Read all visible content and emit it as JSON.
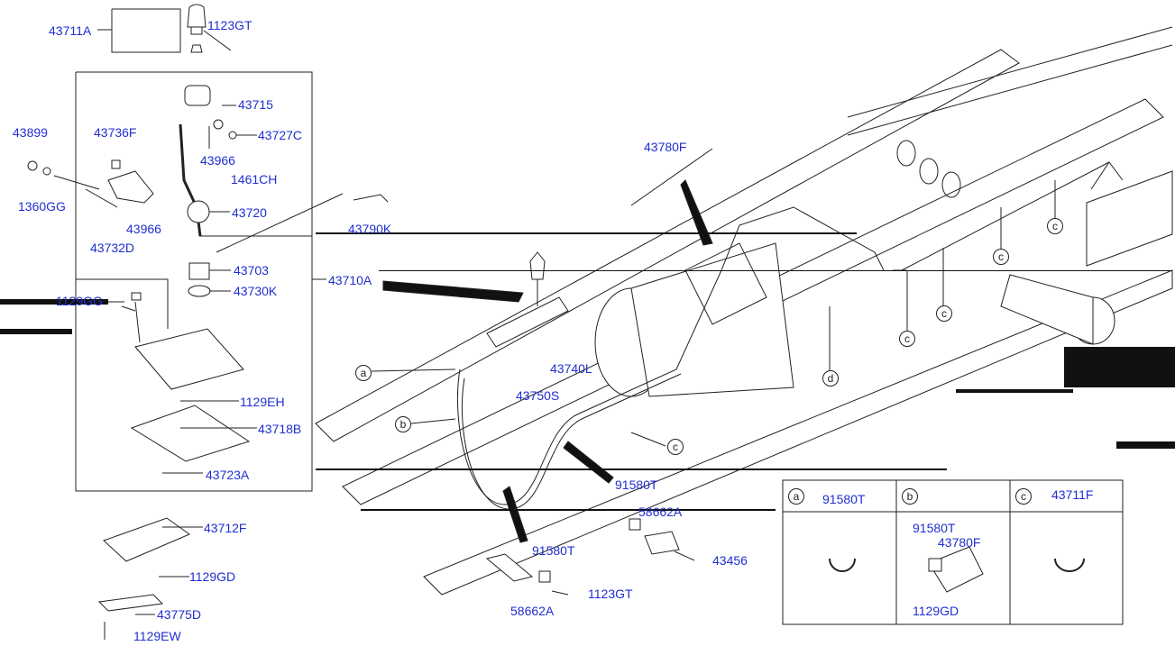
{
  "diagram": {
    "part_labels": {
      "p43711A": "43711A",
      "p1123GT_top": "1123GT",
      "p43715": "43715",
      "p43899": "43899",
      "p43736F": "43736F",
      "p43727C": "43727C",
      "p43966_a": "43966",
      "p1461CH": "1461CH",
      "p1360GG": "1360GG",
      "p43720": "43720",
      "p43966_b": "43966",
      "p43732D": "43732D",
      "p43790K": "43790K",
      "p43703": "43703",
      "p43730K": "43730K",
      "p43710A": "43710A",
      "p1129GG": "1129GG",
      "p43780F": "43780F",
      "p43740L": "43740L",
      "p43750S": "43750S",
      "p1129EH": "1129EH",
      "p43718B": "43718B",
      "p43723A": "43723A",
      "p91580T_mid": "91580T",
      "p58662A_mid": "58662A",
      "p43712F": "43712F",
      "p91580T_low": "91580T",
      "p43456": "43456",
      "p1129GD_left": "1129GD",
      "p1123GT_low": "1123GT",
      "p43775D": "43775D",
      "p58662A_low": "58662A",
      "p1129EW": "1129EW",
      "p91580T_inset_a": "91580T",
      "p91580T_inset_b": "91580T",
      "p43780F_inset": "43780F",
      "p1129GD_inset": "1129GD",
      "p43711F_inset": "43711F"
    },
    "callouts": {
      "a_main": "a",
      "b_main": "b",
      "c_main1": "c",
      "c_main2": "c",
      "c_main3": "c",
      "c_main4": "c",
      "c_main5": "c",
      "d_main": "d",
      "a_inset": "a",
      "b_inset": "b",
      "c_inset": "c"
    },
    "colors": {
      "label": "#1f2fd0",
      "line": "#222222"
    }
  }
}
